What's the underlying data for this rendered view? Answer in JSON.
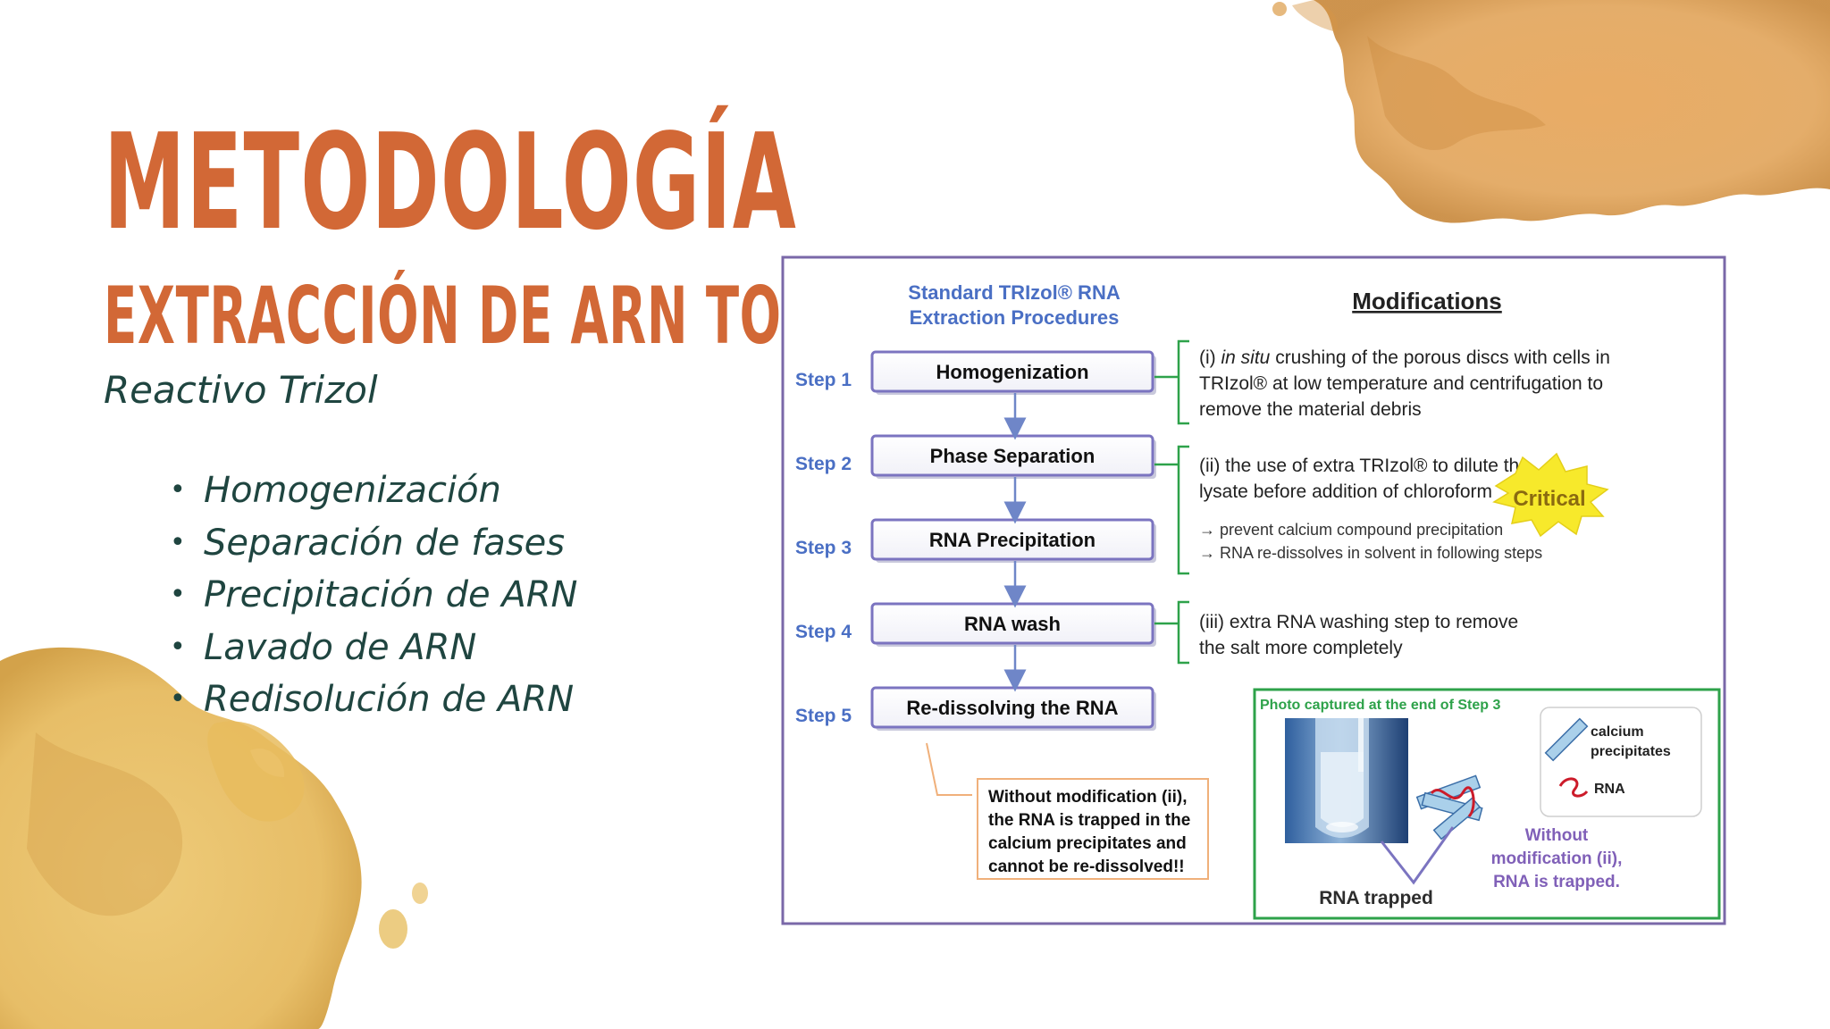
{
  "slide": {
    "title": "METODOLOGÍA",
    "subtitle": "EXTRACCIÓN DE ARN TOTAL",
    "reagent": "Reactivo Trizol",
    "bullets": [
      "Homogenización",
      "Separación de fases",
      "Precipitación de ARN",
      "Lavado de ARN",
      "Redisolución de ARN"
    ]
  },
  "figure": {
    "left_header_line1": "Standard TRIzol® RNA",
    "left_header_line2": "Extraction Procedures",
    "right_header": "Modifications",
    "steps": [
      {
        "label": "Step 1",
        "name": "Homogenization"
      },
      {
        "label": "Step 2",
        "name": "Phase Separation"
      },
      {
        "label": "Step 3",
        "name": "RNA Precipitation"
      },
      {
        "label": "Step 4",
        "name": "RNA wash"
      },
      {
        "label": "Step 5",
        "name": "Re-dissolving the RNA"
      }
    ],
    "mod_i": {
      "prefix": "(i) ",
      "italic": "in situ",
      "rest": " crushing of the porous discs with cells in",
      "line2": "TRIzol® at low temperature and centrifugation to",
      "line3": "remove the material debris"
    },
    "mod_ii": {
      "line1": "(ii) the use of extra TRIzol® to dilute the",
      "line2": "lysate before addition of chloroform",
      "arrow1": "→ prevent calcium compound precipitation",
      "arrow2": "→ RNA re-dissolves in solvent in following steps"
    },
    "critical": "Critical",
    "mod_iii": {
      "line1": "(iii) extra RNA washing step to remove",
      "line2": "the salt more completely"
    },
    "note": [
      "Without modification (ii),",
      "the RNA is trapped in the",
      "calcium precipitates and",
      "cannot be re-dissolved!!"
    ],
    "photo_caption": "Photo captured at the end of Step 3",
    "legend_calcium_line1": "calcium",
    "legend_calcium_line2": "precipitates",
    "legend_rna": "RNA",
    "rna_trapped": "RNA trapped",
    "without_mod": [
      "Without",
      "modification (ii),",
      "RNA is trapped."
    ]
  },
  "colors": {
    "title": "#d26836",
    "body_text": "#1f4540",
    "step_blue": "#4a6fc4",
    "frame_purple": "#7a68a8",
    "bracket_green": "#2ea24a",
    "critical_yellow": "#f7e92b",
    "note_border": "#f0b07a"
  }
}
